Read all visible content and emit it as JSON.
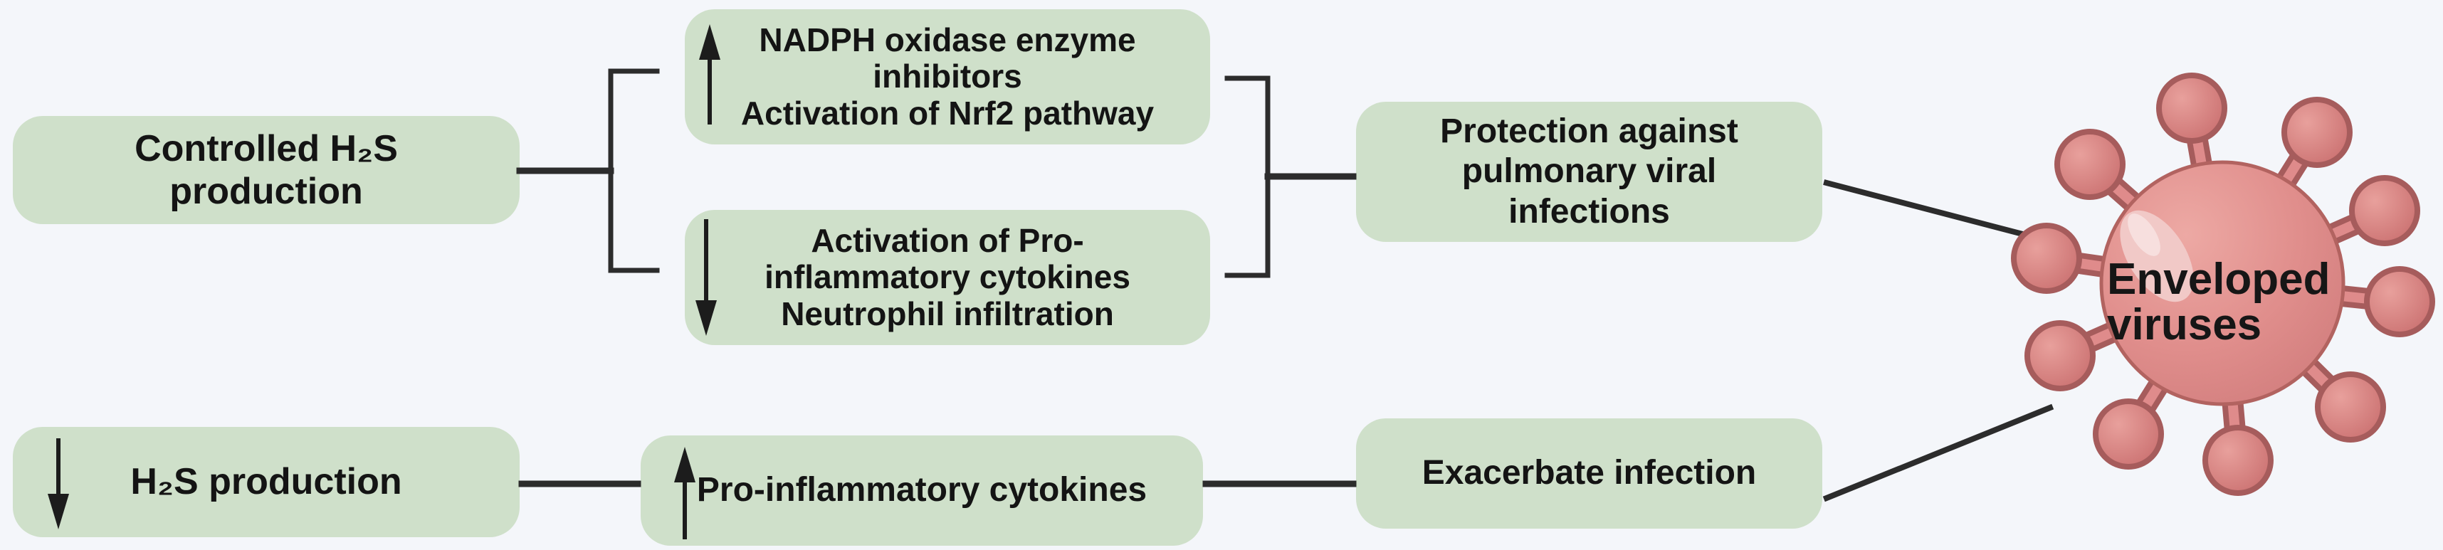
{
  "colors": {
    "background": "#f4f6fa",
    "box_fill": "#cfe0ca",
    "box_text": "#141414",
    "connector": "#2c2c2c",
    "arrow": "#1c1c1c",
    "virus_body": "#e08e8c",
    "virus_body_outline": "#b26360",
    "virus_spike_fill": "#df8b8b",
    "virus_spike_outline": "#a65c5c",
    "virus_highlight": "#f1c9c7",
    "virus_label_text": "#161616"
  },
  "boxes": [
    {
      "id": "controlled-h2s-production",
      "arrow": null,
      "lines": [
        "Controlled H₂S",
        "production"
      ]
    },
    {
      "id": "nadph-oxidase",
      "arrow": "up",
      "lines": [
        "NADPH oxidase enzyme",
        "inhibitors",
        "Activation of Nrf2 pathway"
      ]
    },
    {
      "id": "pro-inflammatory-activation",
      "arrow": "down",
      "lines": [
        "Activation of Pro-",
        "inflammatory cytokines",
        "Neutrophil infiltration"
      ]
    },
    {
      "id": "protection-pulmonary",
      "arrow": null,
      "lines": [
        "Protection against",
        "pulmonary viral",
        "infections"
      ]
    },
    {
      "id": "h2s-production-reduced",
      "arrow": "down",
      "lines": [
        "H₂S production"
      ]
    },
    {
      "id": "pro-inflammatory-cytokines",
      "arrow": "up",
      "lines": [
        "Pro-inflammatory cytokines"
      ]
    },
    {
      "id": "exacerbate-infection",
      "arrow": null,
      "lines": [
        "Exacerbate infection"
      ]
    }
  ],
  "virus": {
    "label_lines": [
      "Enveloped",
      "viruses"
    ]
  }
}
